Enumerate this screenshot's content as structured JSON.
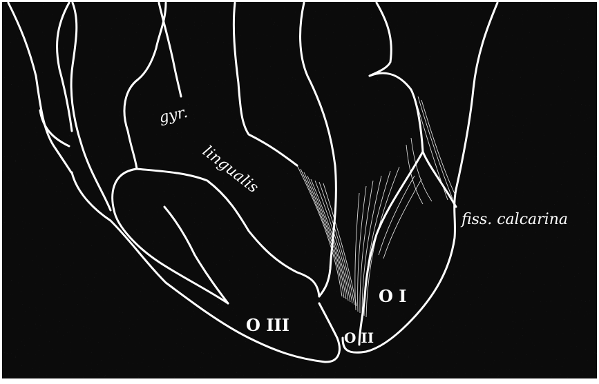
{
  "colors": {
    "background": "#0b0b0b",
    "frame": "#ffffff",
    "lines": "#ffffff",
    "labels": "#ffffff"
  },
  "labels": {
    "gyr_word1": "gyr.",
    "gyr_word2": "lingualis",
    "fiss": "fiss. calcarina",
    "o_one": "O I",
    "o_two": "O II",
    "o_three": "O III"
  }
}
